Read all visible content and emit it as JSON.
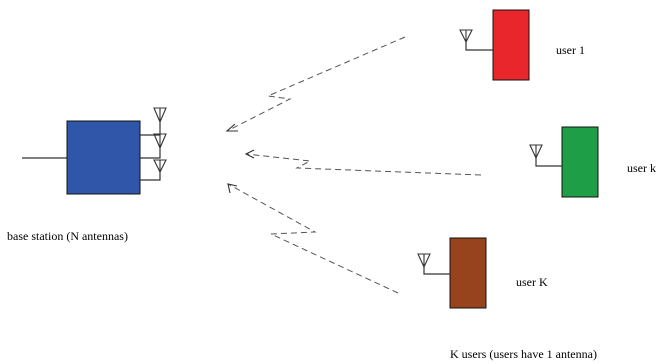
{
  "base_station": {
    "label": "base station (N antennas)",
    "color": "#2f56a8"
  },
  "users": [
    {
      "id": "user-1",
      "label": "user 1",
      "color": "#e8262b"
    },
    {
      "id": "user-k",
      "label": "user k",
      "color": "#1f9e48"
    },
    {
      "id": "user-K",
      "label": "user K",
      "color": "#97431d"
    }
  ],
  "caption": "K users (users have 1 antenna)",
  "icons": [
    "antenna-icon"
  ],
  "line_style": "dashed"
}
